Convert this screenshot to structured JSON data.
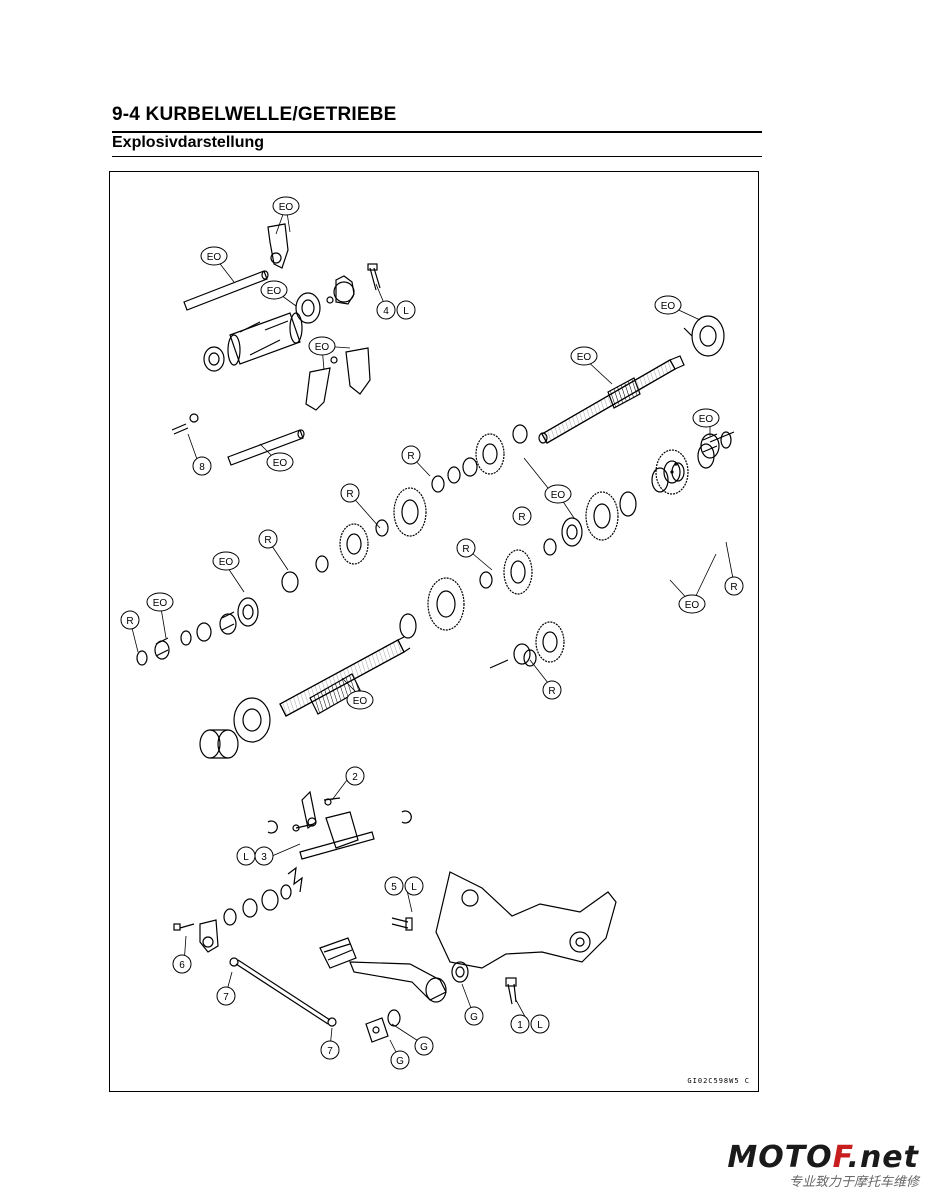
{
  "page": {
    "heading": "9-4 KURBELWELLE/GETRIEBE",
    "section": "Explosivdarstellung"
  },
  "diagram": {
    "figure_code": "GI02C598W5 C",
    "callouts": {
      "eo": "EO",
      "r": "R",
      "g": "G",
      "l": "L",
      "n1": "1",
      "n2": "2",
      "n3": "3",
      "n4": "4",
      "n5": "5",
      "n6": "6",
      "n7": "7",
      "n8": "8"
    }
  },
  "watermark": {
    "logo_main": "MOTO",
    "logo_f": "F",
    "logo_tail": ".net",
    "tagline": "专业致力于摩托车维修"
  }
}
